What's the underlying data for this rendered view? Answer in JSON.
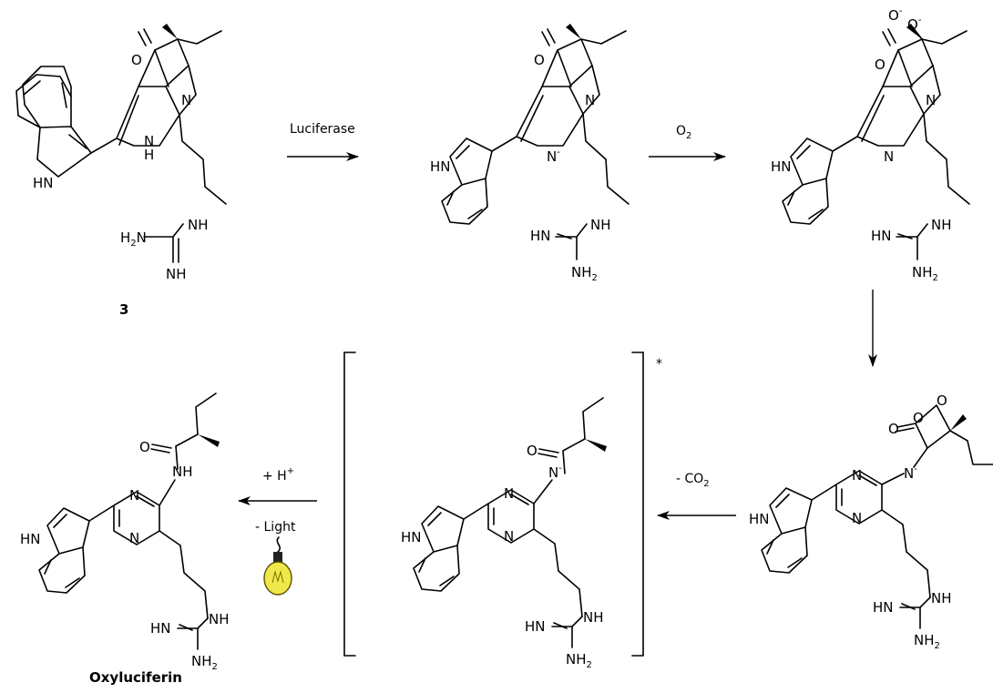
{
  "compound_label": "3",
  "product_label": "Oxyluciferin",
  "steps": {
    "enzyme": "Luciferase",
    "oxygen": "O",
    "oxygen_sub": "2",
    "decarboxylation_prefix": "- CO",
    "decarboxylation_sub": "2",
    "protonation_prefix": "+ H",
    "protonation_sup": "+",
    "light": "- Light",
    "excited_state_mark": "*"
  },
  "atoms": {
    "N": "N",
    "O": "O",
    "HN": "HN",
    "NH": "NH",
    "H": "H",
    "H2N": "H",
    "NH2": "NH",
    "two": "2",
    "neg": "-",
    "oneg": "⁻",
    "anion": "N",
    "NHamide": "NH"
  },
  "icons": [
    "light-bulb-icon"
  ]
}
